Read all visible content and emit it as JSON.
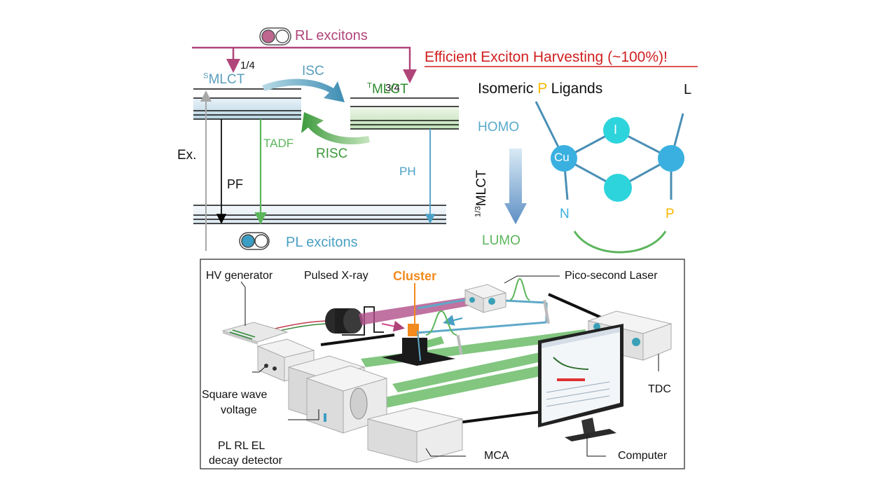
{
  "energy_diagram": {
    "rl_excitons": "RL excitons",
    "frac_singlet": "1/4",
    "frac_triplet": "3/4",
    "singlet_sup": "S",
    "singlet_main": "MLCT",
    "triplet_sup": "T",
    "triplet_main": "MLCT",
    "isc": "ISC",
    "risc": "RISC",
    "tadf": "TADF",
    "ex": "Ex.",
    "pf": "PF",
    "ph": "PH",
    "pl_excitons": "PL excitons",
    "headline": "Efficient Exciton Harvesting (~100%)!"
  },
  "ligand_diagram": {
    "isomeric_pre": "Isomeric ",
    "isomeric_p": "P",
    "isomeric_post": " Ligands",
    "l_label": "L",
    "homo": "HOMO",
    "mlct_sup": "1/3",
    "mlct_main": "MLCT",
    "lumo": "LUMO",
    "cu": "Cu",
    "iodine": "I",
    "n_label": "N",
    "p_label": "P"
  },
  "setup": {
    "hv_generator": "HV generator",
    "pulsed_xray": "Pulsed X-ray",
    "cluster": "Cluster",
    "pico_laser": "Pico-second Laser",
    "square_wave_1": "Square wave",
    "square_wave_2": "voltage",
    "detector_1": "PL RL EL",
    "detector_2": "decay detector",
    "tdc": "TDC",
    "mca": "MCA",
    "computer": "Computer"
  },
  "colors": {
    "magenta": "#b0457a",
    "singlet_blue": "#5a9dbb",
    "triplet_green": "#2e8b2e",
    "tadf_green": "#5bb55b",
    "ph_blue": "#4aa0c4",
    "headline_red": "#d11f1f",
    "cyan_atom": "#2ed4dc",
    "cu_blue": "#3ab0e0",
    "gold": "#f6b800",
    "cluster_orange": "#f28a1e",
    "beam_green": "#7cc47a"
  }
}
